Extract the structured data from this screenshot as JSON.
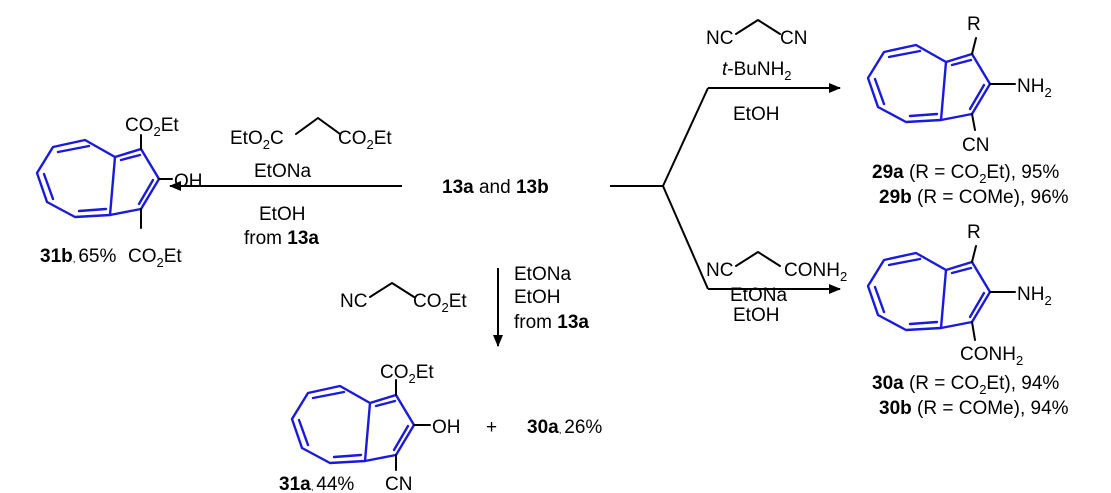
{
  "colors": {
    "ring": "#1a1adc",
    "text": "#000000"
  },
  "start": {
    "a": "13a",
    "and": " and ",
    "b": "13b"
  },
  "left": {
    "reagent": "EtO2C–CH2–CO2Et",
    "cond1": "EtONa",
    "cond2": "EtOH",
    "from_text": "from ",
    "from_bold": "13a",
    "product": "31b",
    "yield": "65%",
    "sub_top": "CO2Et",
    "sub_bottom": "CO2Et",
    "sub_oh": "OH"
  },
  "down": {
    "reagent": "NC–CH2–CO2Et",
    "cond1": "EtONa",
    "cond2": "EtOH",
    "from_text": "from ",
    "from_bold": "13a",
    "product1": "31a",
    "yield1": "44%",
    "plus": "+",
    "product2": "30a",
    "yield2": "26%",
    "sub_top": "CO2Et",
    "sub_oh": "OH",
    "sub_cn": "CN"
  },
  "upper_right": {
    "reagent": "NC–CH2–CN",
    "cond1": "t-BuNH2",
    "cond2": "EtOH",
    "sub_r": "R",
    "sub_nh2": "NH2",
    "sub_cn": "CN",
    "line1_id": "29a",
    "line1_text": " (R = CO2Et), 95%",
    "line2_id": "29b",
    "line2_text": " (R = COMe), 96%"
  },
  "lower_right": {
    "reagent": "NC–CH2–CONH2",
    "cond1": "EtONa",
    "cond2": "EtOH",
    "sub_r": "R",
    "sub_nh2": "NH2",
    "sub_conh2": "CONH2",
    "line1_id": "30a",
    "line1_text": " (R = CO2Et), 94%",
    "line2_id": "30b",
    "line2_text": " (R = COMe), 94%"
  }
}
